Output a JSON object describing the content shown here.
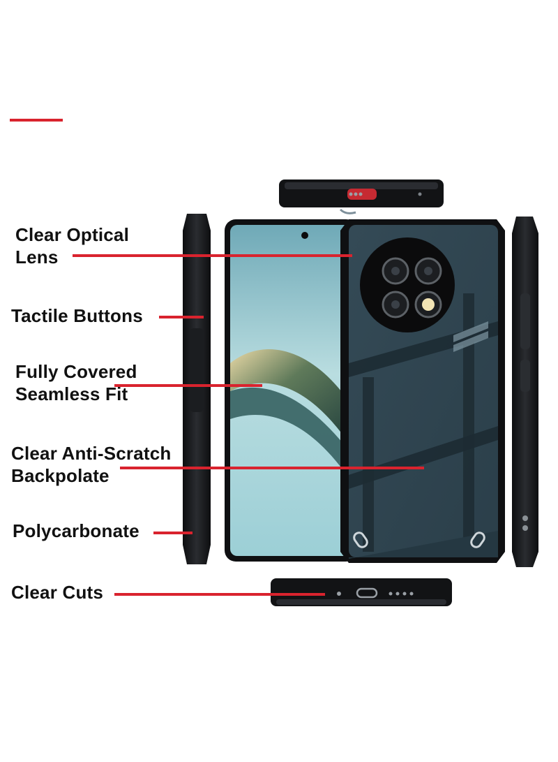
{
  "labels": {
    "clear_optical_lens": "Clear Optical Lens",
    "clear_optical_lens_line1": "Clear Optical",
    "clear_optical_lens_line2": "Lens",
    "tactile_buttons": "Tactile Buttons",
    "fully_covered_line1": "Fully Covered",
    "fully_covered_line2": "Seamless Fit",
    "anti_scratch_line1": "Clear Anti-Scratch",
    "anti_scratch_line2": "Backpolate",
    "polycarbonate": "Polycarbonate",
    "clear_cuts": "Clear Cuts"
  },
  "colors": {
    "accent_red": "#d9232e",
    "case_black": "#111214",
    "back_panel": "#2f4551",
    "screen_sky": "#a9d3d7"
  }
}
